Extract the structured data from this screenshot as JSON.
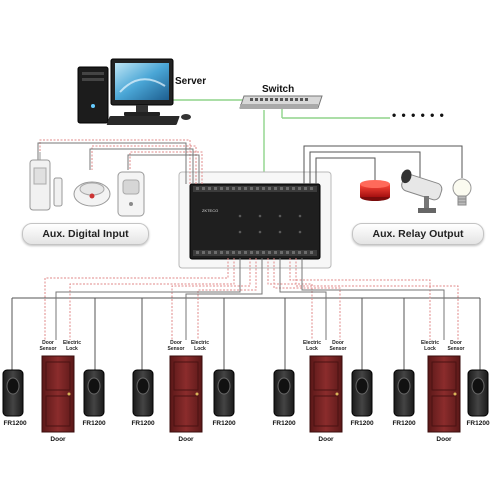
{
  "labels": {
    "server": "Server",
    "switch": "Switch",
    "network_dots": "• • • • • •",
    "aux_input": "Aux. Digital Input",
    "aux_relay": "Aux. Relay Output",
    "controller_brand": "ZKTECO"
  },
  "door_units": [
    {
      "reader_left": "FR1200",
      "door": "Door",
      "reader_right": "FR1200",
      "sensor": "Door Sensor",
      "lock": "Electric Lock"
    },
    {
      "reader_left": "FR1200",
      "door": "Door",
      "reader_right": "FR1200",
      "sensor": "Door Sensor",
      "lock": "Electric Lock"
    },
    {
      "reader_left": "FR1200",
      "door": "Door",
      "reader_right": "FR1200",
      "sensor": "Electric Lock",
      "lock": "Door Sensor"
    },
    {
      "reader_left": "FR1200",
      "door": "Door",
      "reader_right": "FR1200",
      "sensor": "Electric Lock",
      "lock": "Door Sensor"
    }
  ],
  "colors": {
    "network_line": "#8fd48a",
    "wire_dashed": "#e08a8a",
    "wire_solid": "#444444",
    "door": "#7a2424",
    "reader": "#2b2b2b"
  }
}
